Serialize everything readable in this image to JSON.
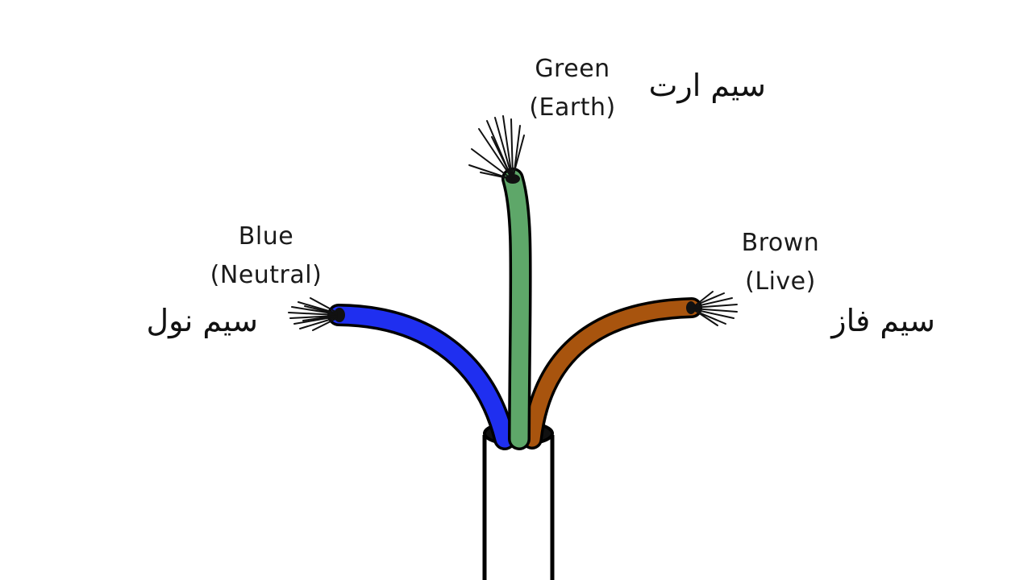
{
  "wires": {
    "earth": {
      "name": "Green",
      "role": "(Earth)",
      "persian": "سیم ارت",
      "color": "#5ea769"
    },
    "neutral": {
      "name": "Blue",
      "role": "(Neutral)",
      "persian": "سیم نول",
      "color": "#1f2ff0"
    },
    "live": {
      "name": "Brown",
      "role": "(Live)",
      "persian": "سیم فاز",
      "color": "#a8540e"
    }
  },
  "cable": {
    "jacket_color": "#ffffff",
    "outline_color": "#000000"
  }
}
